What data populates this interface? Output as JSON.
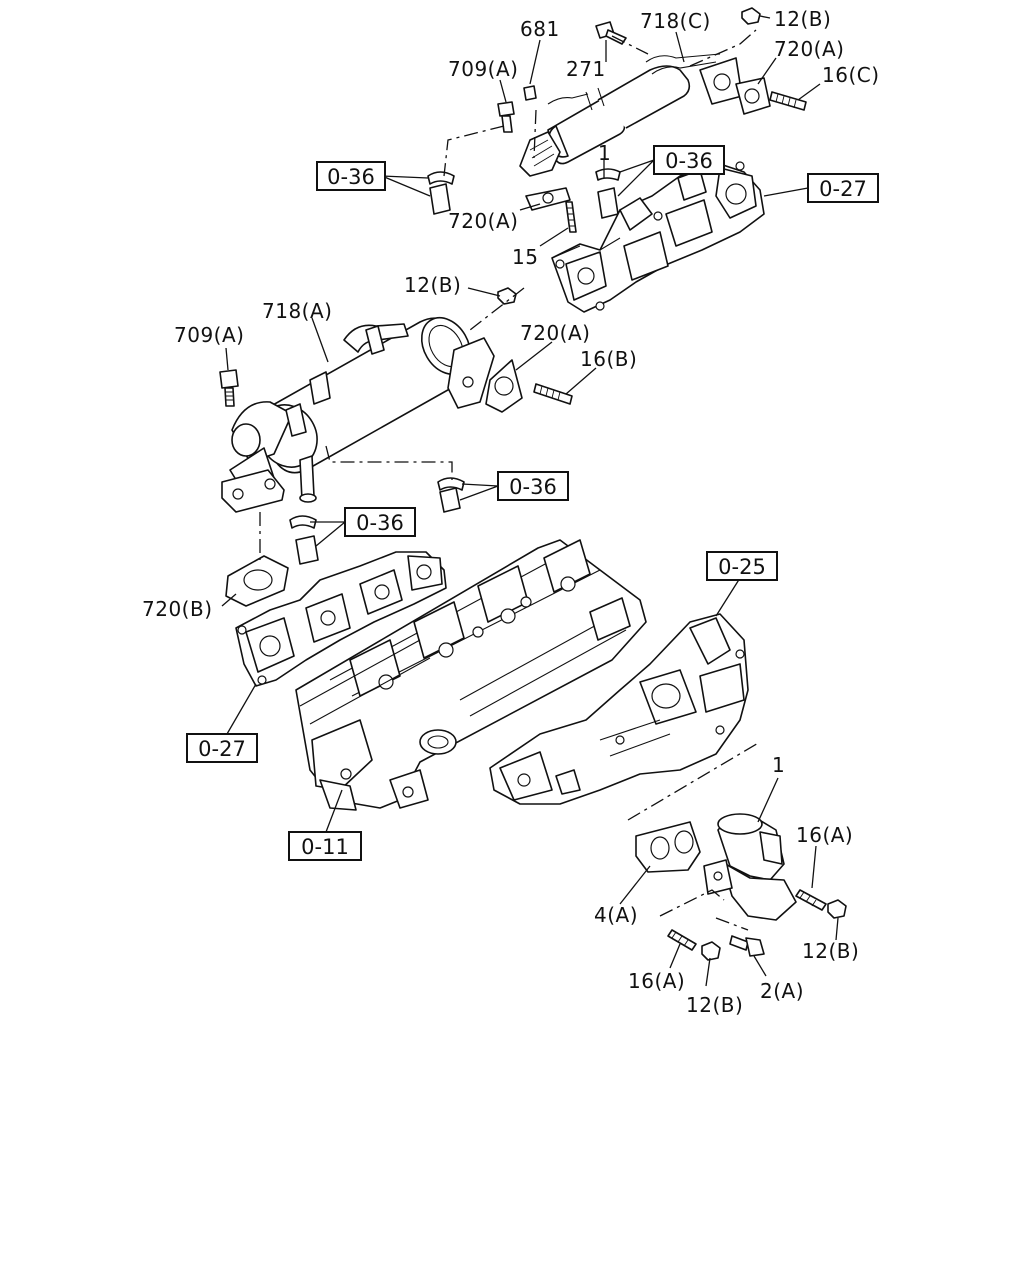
{
  "labels": {
    "p681": "681",
    "p718c": "718(C)",
    "p12b_top": "12(B)",
    "p709a_top": "709(A)",
    "p271": "271",
    "p720a_top": "720(A)",
    "p16c": "16(C)",
    "p1_top": "1",
    "p720a_mid": "720(A)",
    "p15": "15",
    "p12b_mid": "12(B)",
    "p718a": "718(A)",
    "p709a_mid": "709(A)",
    "p720a_right": "720(A)",
    "p16b": "16(B)",
    "p720b": "720(B)",
    "p1_bottom": "1",
    "p16a_right": "16(A)",
    "p4a": "4(A)",
    "p12b_right": "12(B)",
    "p16a_bottom": "16(A)",
    "p12b_bottom": "12(B)",
    "p2a": "2(A)"
  },
  "refs": {
    "r036_left": "0-36",
    "r036_top": "0-36",
    "r027_top": "0-27",
    "r036_mid": "0-36",
    "r036_low": "0-36",
    "r025": "0-25",
    "r027_left": "0-27",
    "r011": "0-11"
  }
}
